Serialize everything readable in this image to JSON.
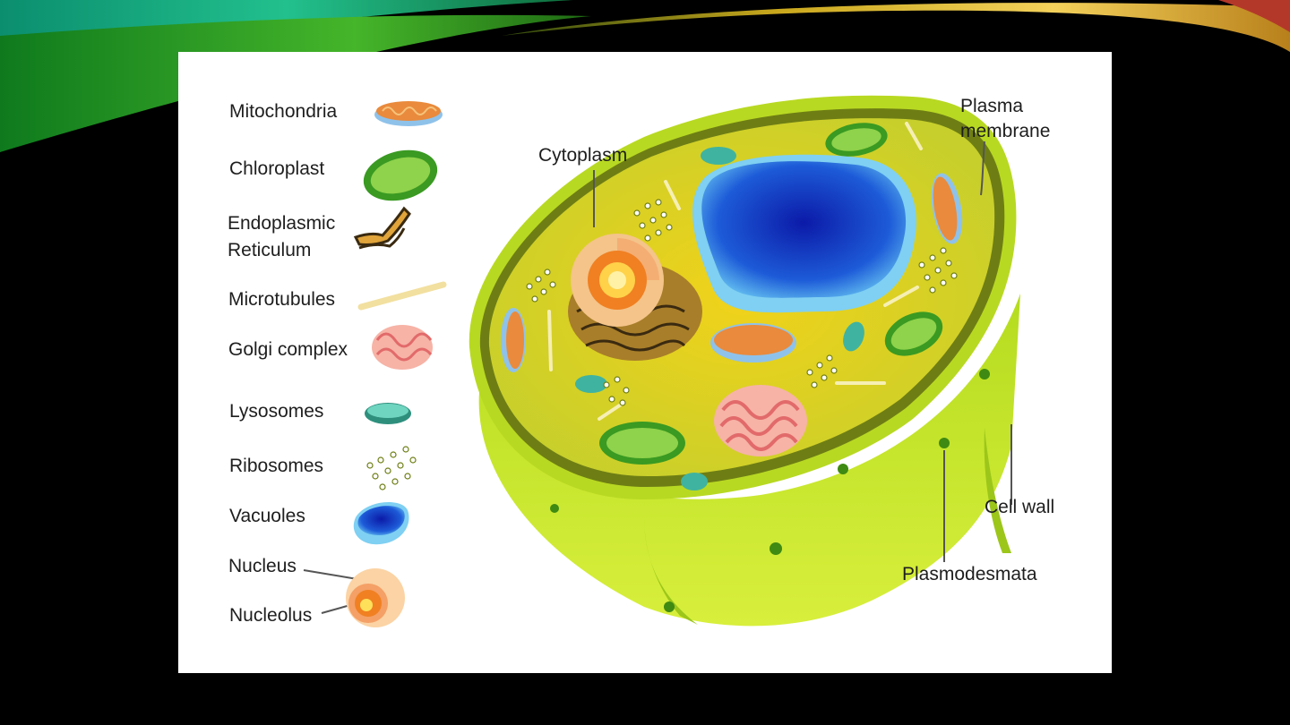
{
  "slide": {
    "background": "#000000",
    "accent_colors": [
      "#19b58a",
      "#3fa82a",
      "#e0b12c"
    ]
  },
  "diagram": {
    "legend": [
      {
        "label": "Mitochondria",
        "icon": "mitochondria-icon"
      },
      {
        "label": "Chloroplast",
        "icon": "chloroplast-icon"
      },
      {
        "label": "Endoplasmic\nReticulum",
        "icon": "endoplasmic-reticulum-icon"
      },
      {
        "label": "Microtubules",
        "icon": "microtubule-icon"
      },
      {
        "label": "Golgi complex",
        "icon": "golgi-complex-icon"
      },
      {
        "label": "Lysosomes",
        "icon": "lysosome-icon"
      },
      {
        "label": "Ribosomes",
        "icon": "ribosomes-icon"
      },
      {
        "label": "Vacuoles",
        "icon": "vacuole-icon"
      },
      {
        "label": "Nucleus",
        "icon": "nucleus-icon"
      },
      {
        "label": "Nucleolus",
        "icon": "nucleolus-icon"
      }
    ],
    "callouts": {
      "cytoplasm": "Cytoplasm",
      "plasma_membrane": "Plasma\nmembrane",
      "cell_wall": "Cell wall",
      "plasmodesmata": "Plasmodesmata"
    },
    "colors": {
      "cell_wall_outer": "#9fd21b",
      "cell_wall_side": "#c6e82a",
      "cytoplasm": "#d6d82a",
      "membrane": "#7e8e1a",
      "vacuole": "#1d52d6",
      "chloroplast": "#4cae2a",
      "mitochondria": "#e98a3c",
      "golgi": "#ee9a93",
      "lysosome": "#3fb3a0",
      "nucleus": "#f28a1e"
    }
  }
}
